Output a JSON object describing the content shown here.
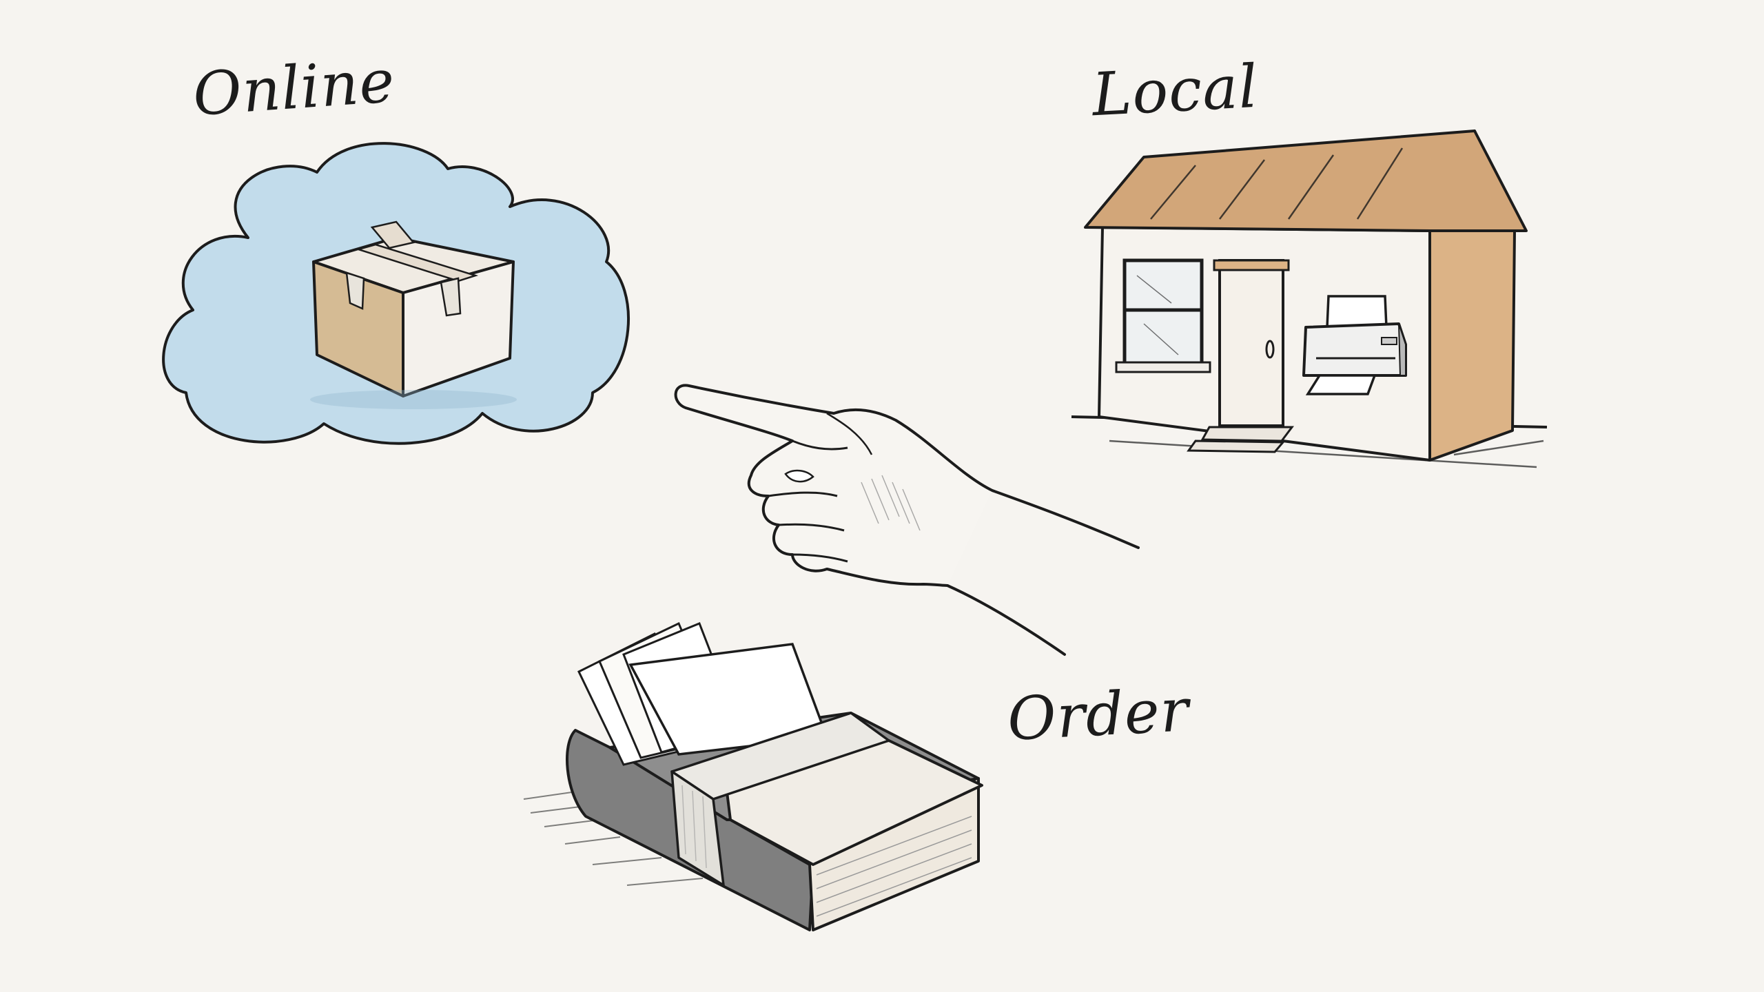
{
  "labels": {
    "online": "Online",
    "local": "Local",
    "order": "Order"
  },
  "icons": {
    "cloud": "cloud-icon",
    "package": "package-icon",
    "shop": "shop-icon",
    "printer": "printer-icon",
    "hand": "pointing-hand-icon",
    "book": "book-icon"
  },
  "colors": {
    "background": "#f6f4f0",
    "cloud_fill": "#b9d7ea",
    "box_kraft": "#d5bb94",
    "roof": "#d2a679",
    "wall_side": "#dcb386",
    "ink": "#1c1c1c",
    "book_cover": "#8e8e8e"
  }
}
